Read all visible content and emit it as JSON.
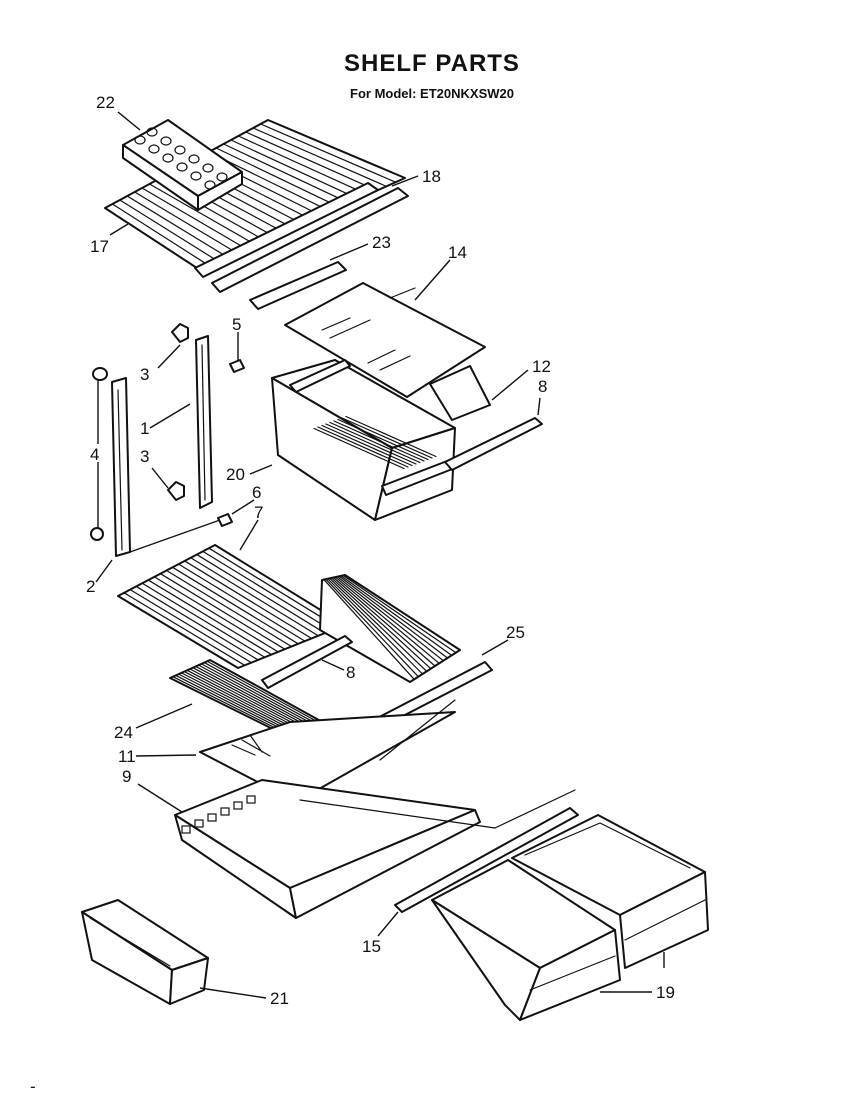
{
  "header": {
    "title": "SHELF PARTS",
    "subtitle": "For Model: ET20NKXSW20"
  },
  "callouts": [
    {
      "id": "c22",
      "label": "22"
    },
    {
      "id": "c17",
      "label": "17"
    },
    {
      "id": "c18",
      "label": "18"
    },
    {
      "id": "c23",
      "label": "23"
    },
    {
      "id": "c14",
      "label": "14"
    },
    {
      "id": "c5",
      "label": "5"
    },
    {
      "id": "c3a",
      "label": "3"
    },
    {
      "id": "c12",
      "label": "12"
    },
    {
      "id": "c8a",
      "label": "8"
    },
    {
      "id": "c1",
      "label": "1"
    },
    {
      "id": "c4",
      "label": "4"
    },
    {
      "id": "c3b",
      "label": "3"
    },
    {
      "id": "c20",
      "label": "20"
    },
    {
      "id": "c6",
      "label": "6"
    },
    {
      "id": "c7",
      "label": "7"
    },
    {
      "id": "c2",
      "label": "2"
    },
    {
      "id": "c25",
      "label": "25"
    },
    {
      "id": "c8b",
      "label": "8"
    },
    {
      "id": "c24",
      "label": "24"
    },
    {
      "id": "c11",
      "label": "11"
    },
    {
      "id": "c9",
      "label": "9"
    },
    {
      "id": "c15",
      "label": "15"
    },
    {
      "id": "c21",
      "label": "21"
    },
    {
      "id": "c19",
      "label": "19"
    }
  ],
  "footer_mark": "-"
}
